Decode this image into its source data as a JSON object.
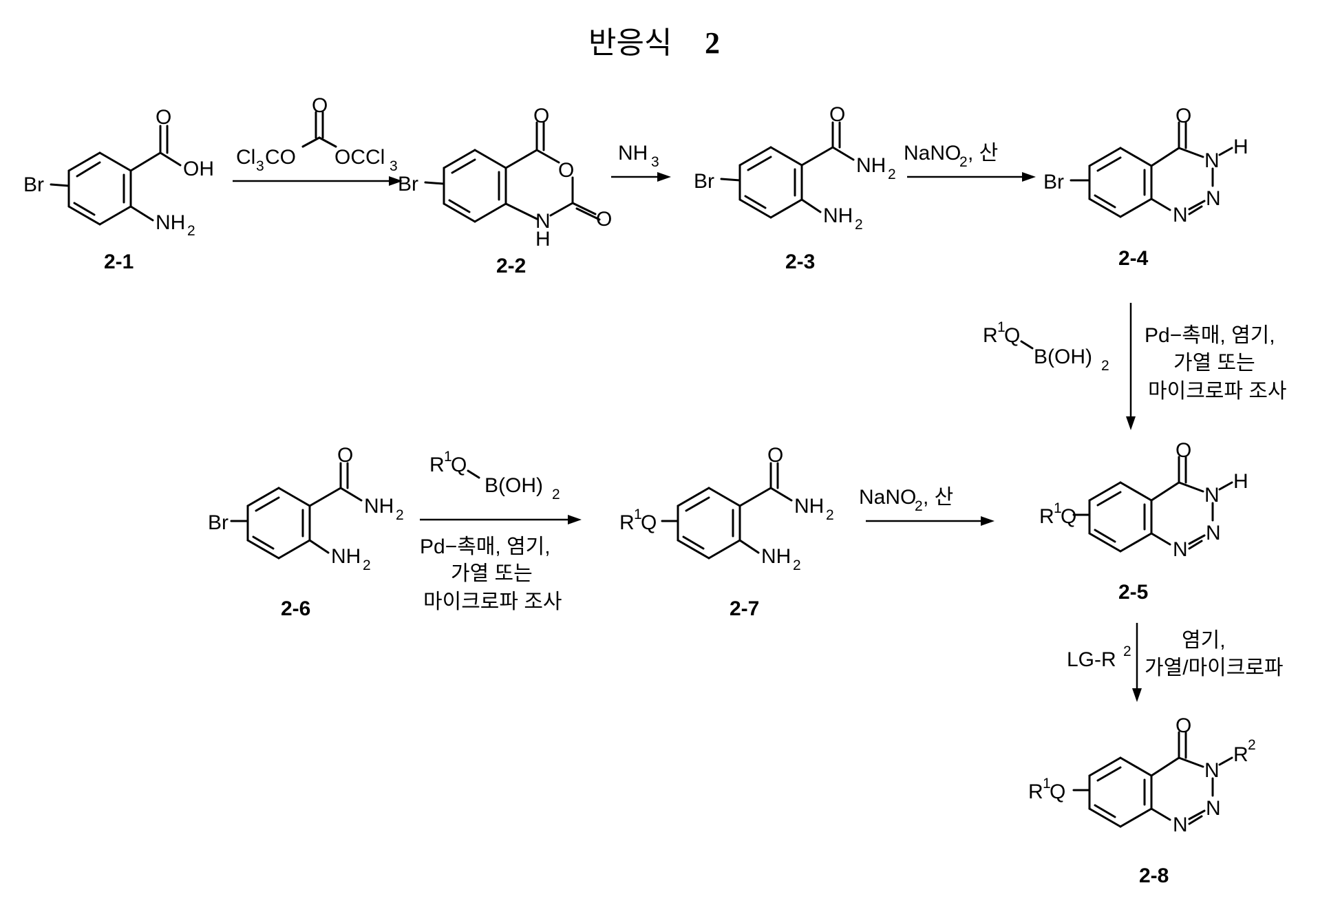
{
  "title": {
    "text": "반응식",
    "number": "2"
  },
  "atoms": {
    "Br": "Br",
    "O": "O",
    "OH": "OH",
    "NH": "NH",
    "N": "N",
    "H": "H",
    "Q": "Q",
    "R": "R",
    "sup1": "1",
    "sup2": "2",
    "dash": "-",
    "sub2": "2",
    "sub3": "3"
  },
  "compounds": {
    "c21": "2-1",
    "c22": "2-2",
    "c23": "2-3",
    "c24": "2-4",
    "c25": "2-5",
    "c26": "2-6",
    "c27": "2-7",
    "c28": "2-8"
  },
  "reagents": {
    "triphosgene": {
      "left": "Cl",
      "left_tail": "CO",
      "right": "OCCl",
      "sub3": "3"
    },
    "ammonia": {
      "main": "NH",
      "sub": "3"
    },
    "diazotization": {
      "prefix": "NaNO",
      "sub": "2",
      "suffix": ", 산"
    },
    "boronic": {
      "r": "R",
      "sup": "1",
      "q": "Q",
      "b": "B(OH)",
      "sub": "2"
    },
    "suzuki_conditions": [
      "Pd−촉매, 염기,",
      "가열 또는",
      "마이크로파 조사"
    ],
    "alkylation": {
      "lg": "LG-R",
      "sup": "2",
      "conditions": [
        "염기,",
        "가열/마이크로파"
      ]
    }
  }
}
